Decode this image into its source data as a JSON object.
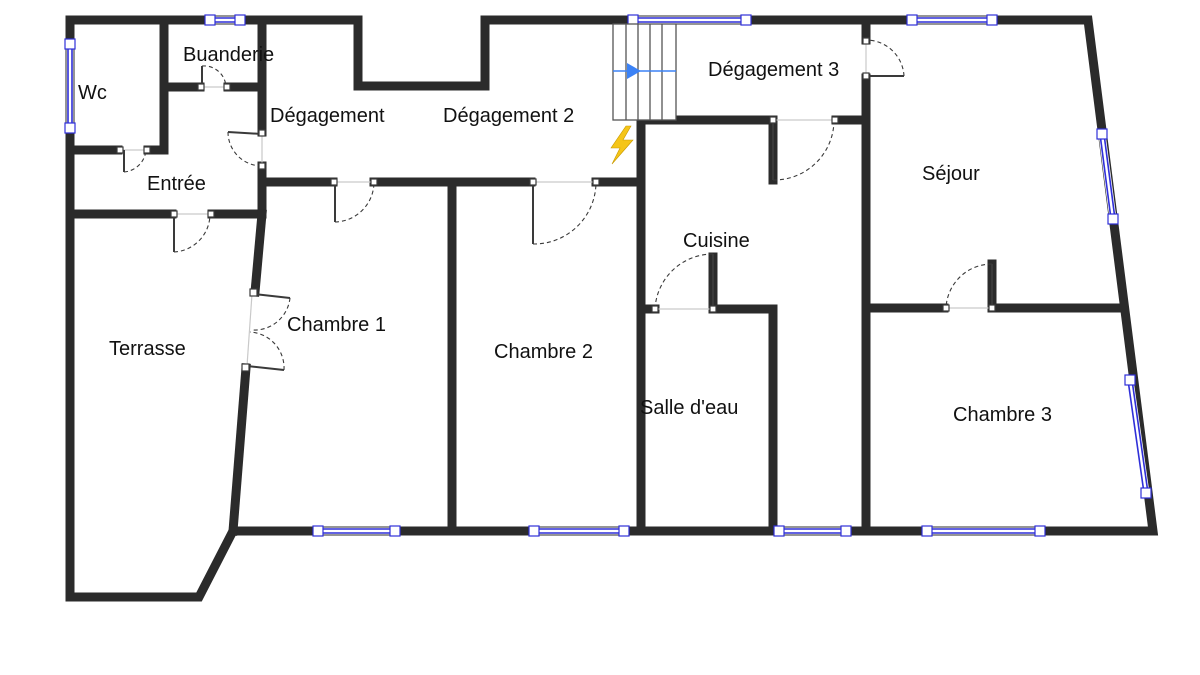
{
  "plan": {
    "rooms": {
      "wc": "Wc",
      "buanderie": "Buanderie",
      "degagement": "Dégagement",
      "degagement2": "Dégagement 2",
      "degagement3": "Dégagement 3",
      "entree": "Entrée",
      "terrasse": "Terrasse",
      "chambre1": "Chambre 1",
      "chambre2": "Chambre 2",
      "chambre3": "Chambre 3",
      "cuisine": "Cuisine",
      "salle_eau": "Salle d'eau",
      "sejour": "Séjour"
    },
    "colors": {
      "wall": "#2b2b2b",
      "window": "#2f2fd8",
      "electric_symbol": "#f5c518",
      "stair_arrow": "#3b82f6"
    },
    "icons": {
      "electric": "lightning-bolt-icon",
      "stairs": "staircase-icon"
    }
  }
}
